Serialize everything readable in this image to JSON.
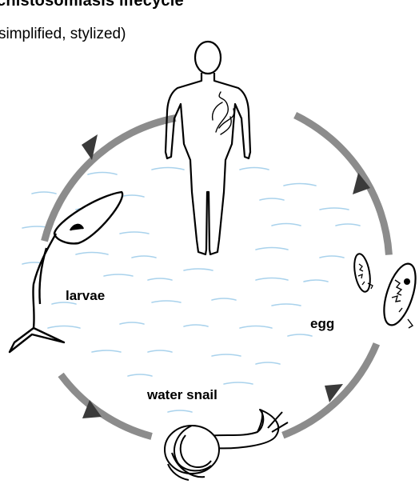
{
  "title": "chistosomiasis lifecycle",
  "subtitle": "simplified, stylized)",
  "stages": {
    "larvae": "larvae",
    "egg": "egg",
    "snail": "water snail"
  },
  "colors": {
    "cycle": "#8c8c8c",
    "water": "#a9d2ec",
    "outline": "#000000"
  }
}
